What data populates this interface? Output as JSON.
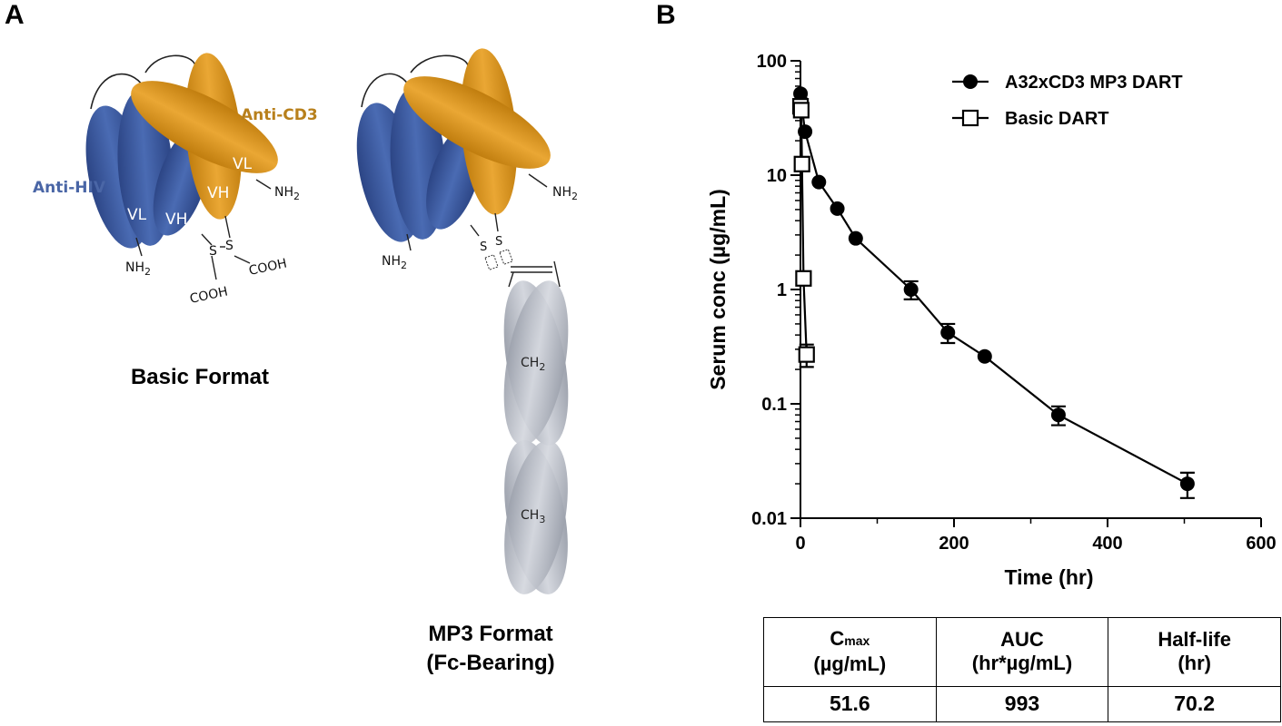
{
  "panel_a": {
    "letter": "A",
    "basic_format": {
      "caption": "Basic Format",
      "anti_hiv": "Anti-HIV",
      "anti_cd3": "Anti-CD3",
      "vl_left": "VL",
      "vh_left": "VH",
      "vh_right": "VH",
      "vl_right": "VL",
      "nh2_left": "NH",
      "nh2_right": "NH",
      "nh2_sub": "2",
      "ss": "S",
      "cooh_left": "COOH",
      "cooh_right": "COOH"
    },
    "mp3_format": {
      "caption_line1": "MP3 Format",
      "caption_line2": "(Fc-Bearing)",
      "nh2_left": "NH",
      "nh2_right": "NH",
      "nh2_sub": "2",
      "ss": "S",
      "ch2": "CH",
      "ch2_sub": "2",
      "ch3": "CH",
      "ch3_sub": "3"
    },
    "colors": {
      "anti_hiv": "#3d5a9c",
      "anti_cd3": "#d9951c",
      "fc": "#b9bdc6",
      "anti_hiv_text": "#4a66a6",
      "anti_cd3_text": "#b8801c"
    }
  },
  "panel_b": {
    "letter": "B",
    "chart_data": {
      "type": "scatter",
      "xlabel": "Time (hr)",
      "ylabel": "Serum conc (µg/mL)",
      "ylog": true,
      "xlim": [
        0,
        600
      ],
      "ylim": [
        0.01,
        100
      ],
      "x_ticks": [
        "0",
        "200",
        "400",
        "600"
      ],
      "x_tick_values": [
        0,
        200,
        400,
        600
      ],
      "y_ticks": [
        "0.01",
        "0.1",
        "1",
        "10",
        "100"
      ],
      "y_tick_values": [
        0.01,
        0.1,
        1,
        10,
        100
      ],
      "legend_position": "top-right",
      "series": [
        {
          "name": "A32xCD3 MP3 DART",
          "marker": "filled-circle",
          "x": [
            0.083,
            1,
            6,
            24,
            48,
            72,
            144,
            192,
            240,
            336,
            504
          ],
          "y": [
            51.6,
            44,
            24,
            8.7,
            5.1,
            2.8,
            1.0,
            0.42,
            0.26,
            0.08,
            0.02
          ],
          "err": [
            0,
            0,
            0,
            0,
            0,
            0,
            0.18,
            0.08,
            0,
            0.015,
            0.005
          ]
        },
        {
          "name": "Basic DART",
          "marker": "open-square",
          "x": [
            0.083,
            1,
            2,
            4,
            8
          ],
          "y": [
            40,
            37,
            12.5,
            1.25,
            0.27
          ],
          "err": [
            0,
            0,
            0,
            0,
            0.06
          ]
        }
      ]
    },
    "table": {
      "headers": [
        {
          "line1": "C",
          "line1_sub": "max",
          "line2": "(µg/mL)"
        },
        {
          "line1": "AUC",
          "line1_sub": "",
          "line2": "(hr*µg/mL)"
        },
        {
          "line1": "Half-life",
          "line1_sub": "",
          "line2": "(hr)"
        }
      ],
      "values": [
        "51.6",
        "993",
        "70.2"
      ]
    }
  }
}
